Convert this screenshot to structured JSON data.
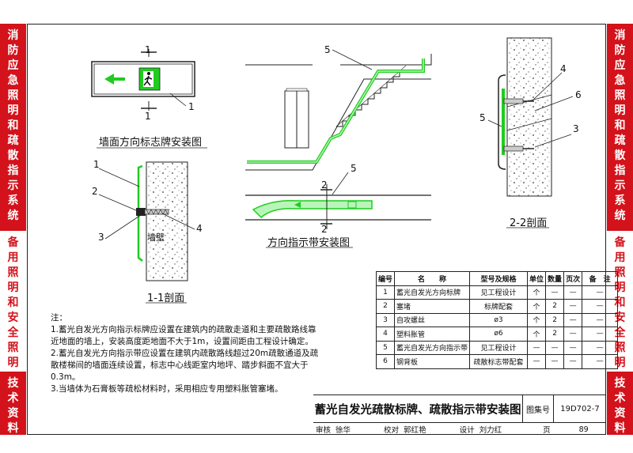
{
  "side_tabs": {
    "left_top": "消防应急照明和疏散指示系统",
    "left_mid": "备用照明和安全照明",
    "left_bot": "技术资料",
    "right_top": "消防应急照明和疏散指示系统",
    "right_mid": "备用照明和安全照明",
    "right_bot": "技术资料"
  },
  "drawings": {
    "wall_sign_caption": "墙面方向标志牌安装图",
    "section11_caption": "1-1剖面",
    "guide_strip_caption": "方向指示带安装图",
    "section22_caption": "2-2剖面",
    "wall_label": "墙壁",
    "callouts": [
      "1",
      "2",
      "3",
      "4",
      "5",
      "6"
    ],
    "section_marks": [
      "1",
      "2"
    ]
  },
  "materials_table": {
    "headers": [
      "编号",
      "名　　称",
      "型号及规格",
      "单位",
      "数量",
      "页次",
      "备　注"
    ],
    "rows": [
      [
        "1",
        "蓄光自发光方向标牌",
        "见工程设计",
        "个",
        "—",
        "—",
        "—"
      ],
      [
        "2",
        "塞堵",
        "标牌配套",
        "个",
        "2",
        "—",
        "—"
      ],
      [
        "3",
        "自攻螺丝",
        "ø3",
        "个",
        "2",
        "—",
        "—"
      ],
      [
        "4",
        "塑料胀管",
        "ø6",
        "个",
        "2",
        "—",
        "—"
      ],
      [
        "5",
        "蓄光自发光方向指示带",
        "见工程设计",
        "—",
        "—",
        "—",
        "—"
      ],
      [
        "6",
        "钢背板",
        "疏散标志带配套",
        "—",
        "—",
        "—",
        "—"
      ]
    ]
  },
  "notes": {
    "heading": "注：",
    "items": [
      "1.蓄光自发光方向指示标牌应设置在建筑内的疏散走道和主要疏散路线靠近地面的墙上，安装高度距地面不大于1m，设置间距由工程设计确定。",
      "2.蓄光自发光方向指示带应设置在建筑内疏散路线超过20m疏散通道及疏散楼梯间的墙面连续设置，标志中心线距室内地坪、踏步斜面不宜大于0.3m。",
      "3.当墙体为石膏板等疏松材料时，采用相应专用塑料胀管塞堵。"
    ]
  },
  "title_block": {
    "title": "蓄光自发光疏散标牌、疏散指示带安装图",
    "atlas_label": "图集号",
    "atlas_no": "19D702-7",
    "review_label": "审核",
    "reviewer": "徐华",
    "check_label": "校对",
    "checker": "郭红艳",
    "design_label": "设计",
    "designer": "刘力红",
    "page_label": "页",
    "page_no": "89"
  },
  "colors": {
    "red": "#d3121b",
    "green": "#1fcc1f",
    "glow": "#b8f5b8"
  }
}
